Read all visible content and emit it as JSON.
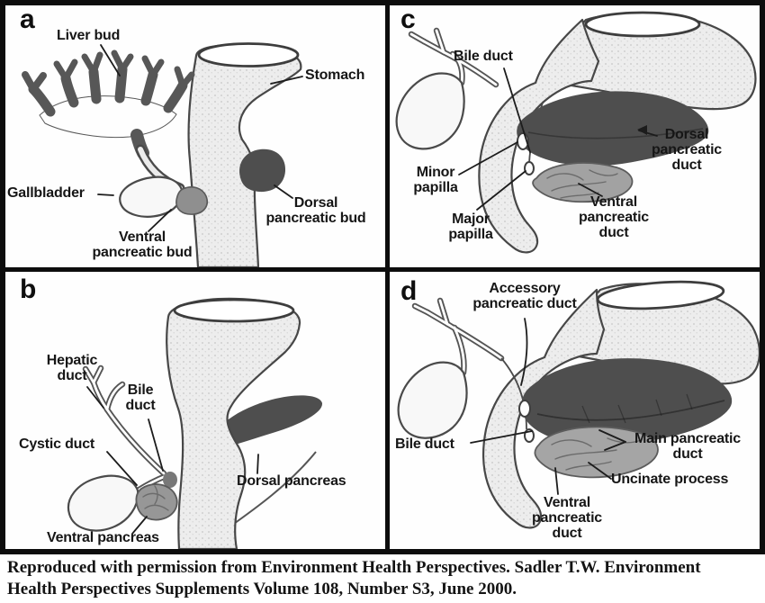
{
  "figure": {
    "type": "four-panel anatomical diagram of pancreas development",
    "colors": {
      "panel_border": "#0d0d0d",
      "dark_organ": "#4e4e4e",
      "mid_gray_organ": "#979797",
      "light_organ": "#ededed",
      "label_text": "#161616"
    }
  },
  "panels": {
    "a": {
      "letter": "a",
      "labels": {
        "liver_bud": "Liver bud",
        "stomach": "Stomach",
        "gallbladder": "Gallbladder",
        "ventral_pancreatic_bud": "Ventral\npancreatic bud",
        "dorsal_pancreatic_bud": "Dorsal\npancreatic bud"
      }
    },
    "b": {
      "letter": "b",
      "labels": {
        "hepatic_duct": "Hepatic\nduct",
        "bile_duct": "Bile\nduct",
        "cystic_duct": "Cystic duct",
        "ventral_pancreas": "Ventral pancreas",
        "dorsal_pancreas": "Dorsal pancreas"
      }
    },
    "c": {
      "letter": "c",
      "labels": {
        "bile_duct": "Bile duct",
        "minor_papilla": "Minor\npapilla",
        "major_papilla": "Major\npapilla",
        "ventral_pancreatic_duct": "Ventral\npancreatic\nduct",
        "dorsal_pancreatic_duct": "Dorsal\npancreatic\nduct"
      }
    },
    "d": {
      "letter": "d",
      "labels": {
        "accessory_pancreatic_duct": "Accessory\npancreatic duct",
        "bile_duct": "Bile duct",
        "main_pancreatic_duct": "Main pancreatic\nduct",
        "uncinate_process": "Uncinate process",
        "ventral_pancreatic_duct": "Ventral\npancreatic\nduct"
      }
    }
  },
  "caption": {
    "line1": "Reproduced with permission from Environment Health Perspectives. Sadler T.W. Environment",
    "line2": "Health Perspectives Supplements Volume 108, Number S3, June 2000."
  }
}
